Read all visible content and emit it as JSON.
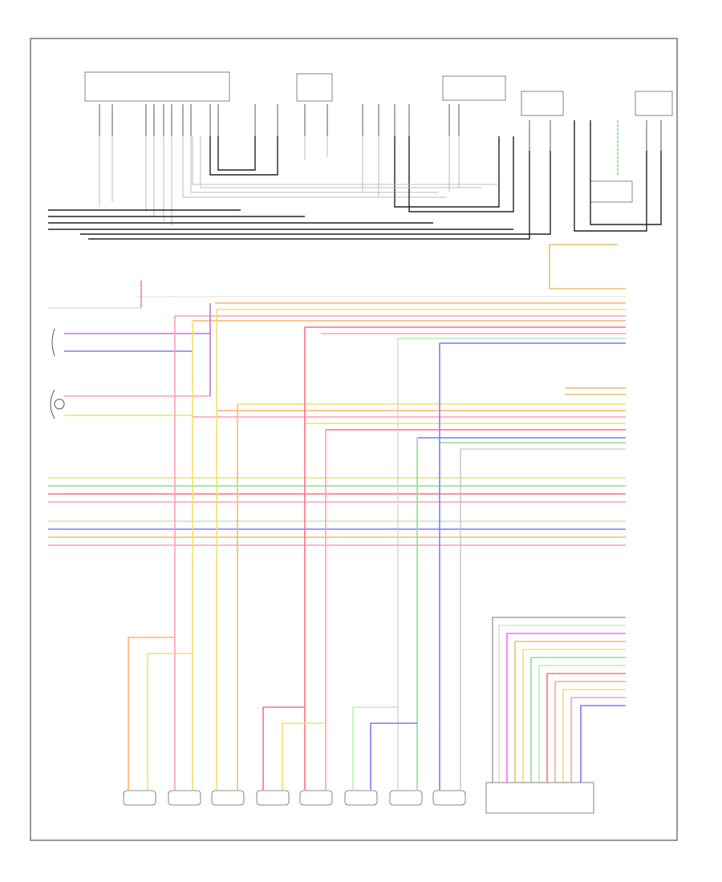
{
  "diagram": {
    "title": "",
    "footer_code": "",
    "components": [
      {
        "id": "c1",
        "label": ""
      },
      {
        "id": "c2",
        "label": ""
      },
      {
        "id": "c3",
        "label": ""
      },
      {
        "id": "c4",
        "label": ""
      },
      {
        "id": "c5",
        "label": ""
      },
      {
        "id": "c6",
        "label": ""
      },
      {
        "id": "c7",
        "label": ""
      },
      {
        "id": "c8",
        "label": ""
      }
    ],
    "speakers": [
      {
        "id": "s1",
        "label": ""
      },
      {
        "id": "s2",
        "label": ""
      },
      {
        "id": "s3",
        "label": ""
      },
      {
        "id": "s4",
        "label": ""
      },
      {
        "id": "s5",
        "label": ""
      },
      {
        "id": "s6",
        "label": ""
      },
      {
        "id": "s7",
        "label": ""
      },
      {
        "id": "s8",
        "label": ""
      }
    ],
    "module_label": "",
    "colors": {
      "red": "#ff6f7f",
      "pink": "#ff9fb0",
      "orange": "#ffb070",
      "yellow": "#f3e06a",
      "green": "#8fe08f",
      "lgreen": "#b8f0b0",
      "blue": "#7a7aff",
      "lblue": "#9ad6ff",
      "violet": "#b07ad8",
      "magenta": "#ff66ff",
      "tan": "#e8c070",
      "frame": "#555555"
    }
  }
}
